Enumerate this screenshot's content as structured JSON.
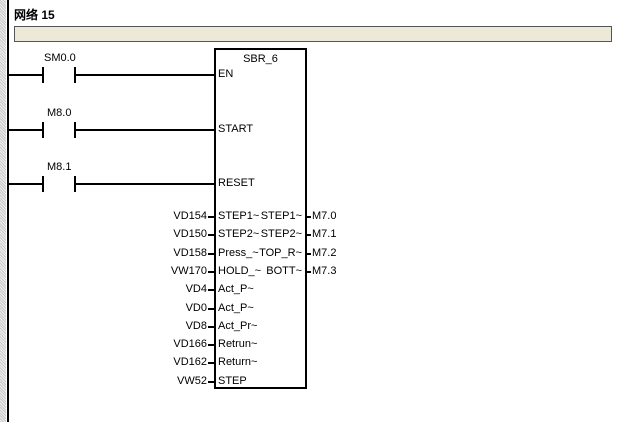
{
  "network": {
    "title": "网络 15",
    "comment": ""
  },
  "contacts": [
    {
      "address": "SM0.0",
      "pin": "EN"
    },
    {
      "address": "M8.0",
      "pin": "START"
    },
    {
      "address": "M8.1",
      "pin": "RESET"
    }
  ],
  "block": {
    "name": "SBR_6"
  },
  "inputs": [
    {
      "operand": "VD154",
      "pin": "STEP1~"
    },
    {
      "operand": "VD150",
      "pin": "STEP2~"
    },
    {
      "operand": "VD158",
      "pin": "Press_~"
    },
    {
      "operand": "VW170",
      "pin": "HOLD_~"
    },
    {
      "operand": "VD4",
      "pin": "Act_P~"
    },
    {
      "operand": "VD0",
      "pin": "Act_P~"
    },
    {
      "operand": "VD8",
      "pin": "Act_Pr~"
    },
    {
      "operand": "VD166",
      "pin": "Retrun~"
    },
    {
      "operand": "VD162",
      "pin": "Return~"
    },
    {
      "operand": "VW52",
      "pin": "STEP"
    }
  ],
  "outputs": [
    {
      "pin": "STEP1~",
      "operand": "M7.0"
    },
    {
      "pin": "STEP2~",
      "operand": "M7.1"
    },
    {
      "pin": "TOP_R~",
      "operand": "M7.2"
    },
    {
      "pin": "BOTT~",
      "operand": "M7.3"
    }
  ]
}
